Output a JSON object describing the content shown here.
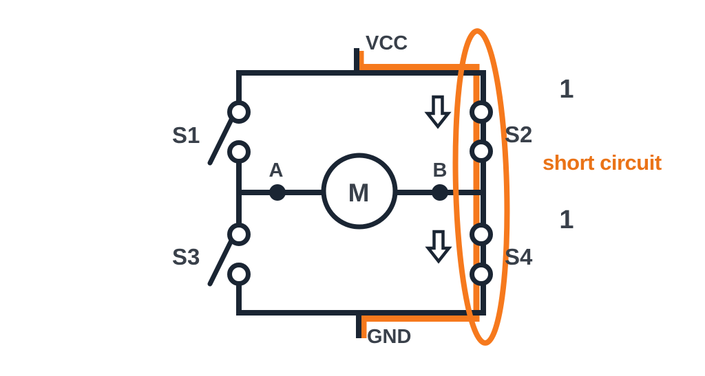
{
  "diagram": {
    "kind": "h-bridge motor driver schematic",
    "power": {
      "vcc": "VCC",
      "gnd": "GND"
    },
    "switches": {
      "s1": "S1",
      "s2": "S2",
      "s3": "S3",
      "s4": "S4"
    },
    "nodes": {
      "a": "A",
      "b": "B"
    },
    "motor": {
      "label": "M"
    },
    "states": {
      "s2_state": "1",
      "s4_state": "1"
    },
    "annotation": {
      "text": "short circuit"
    },
    "icons": {
      "down_arrow": "⇩"
    }
  },
  "colors": {
    "wire": "#1a2533",
    "accent": "#f6791d",
    "annotation": "#ea7317",
    "label": "#39404a",
    "bg": "#ffffff"
  }
}
